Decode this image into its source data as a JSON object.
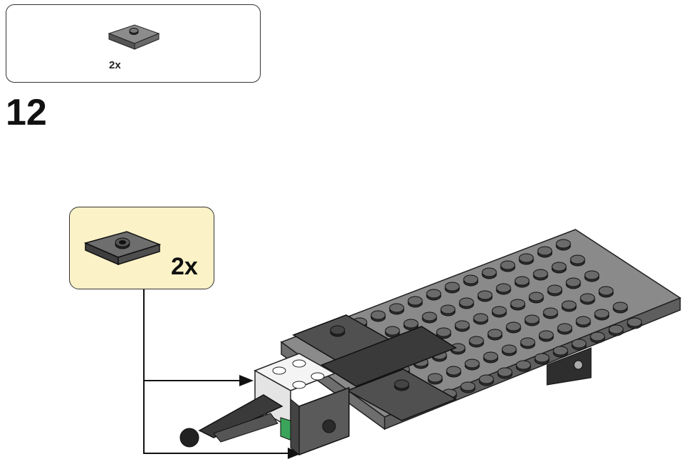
{
  "parts_list": {
    "quantity": "2x",
    "part": "plate-1x1-gray-with-stud-tile"
  },
  "step": {
    "number": "12"
  },
  "callout": {
    "quantity": "2x",
    "part": "plate-2x2-jumper-dark-gray"
  },
  "colors": {
    "callout_bg": "#fcf2c8",
    "dark_gray": "#5a5a5a",
    "light_gray": "#9a9a9a",
    "green": "#3aa55a"
  }
}
